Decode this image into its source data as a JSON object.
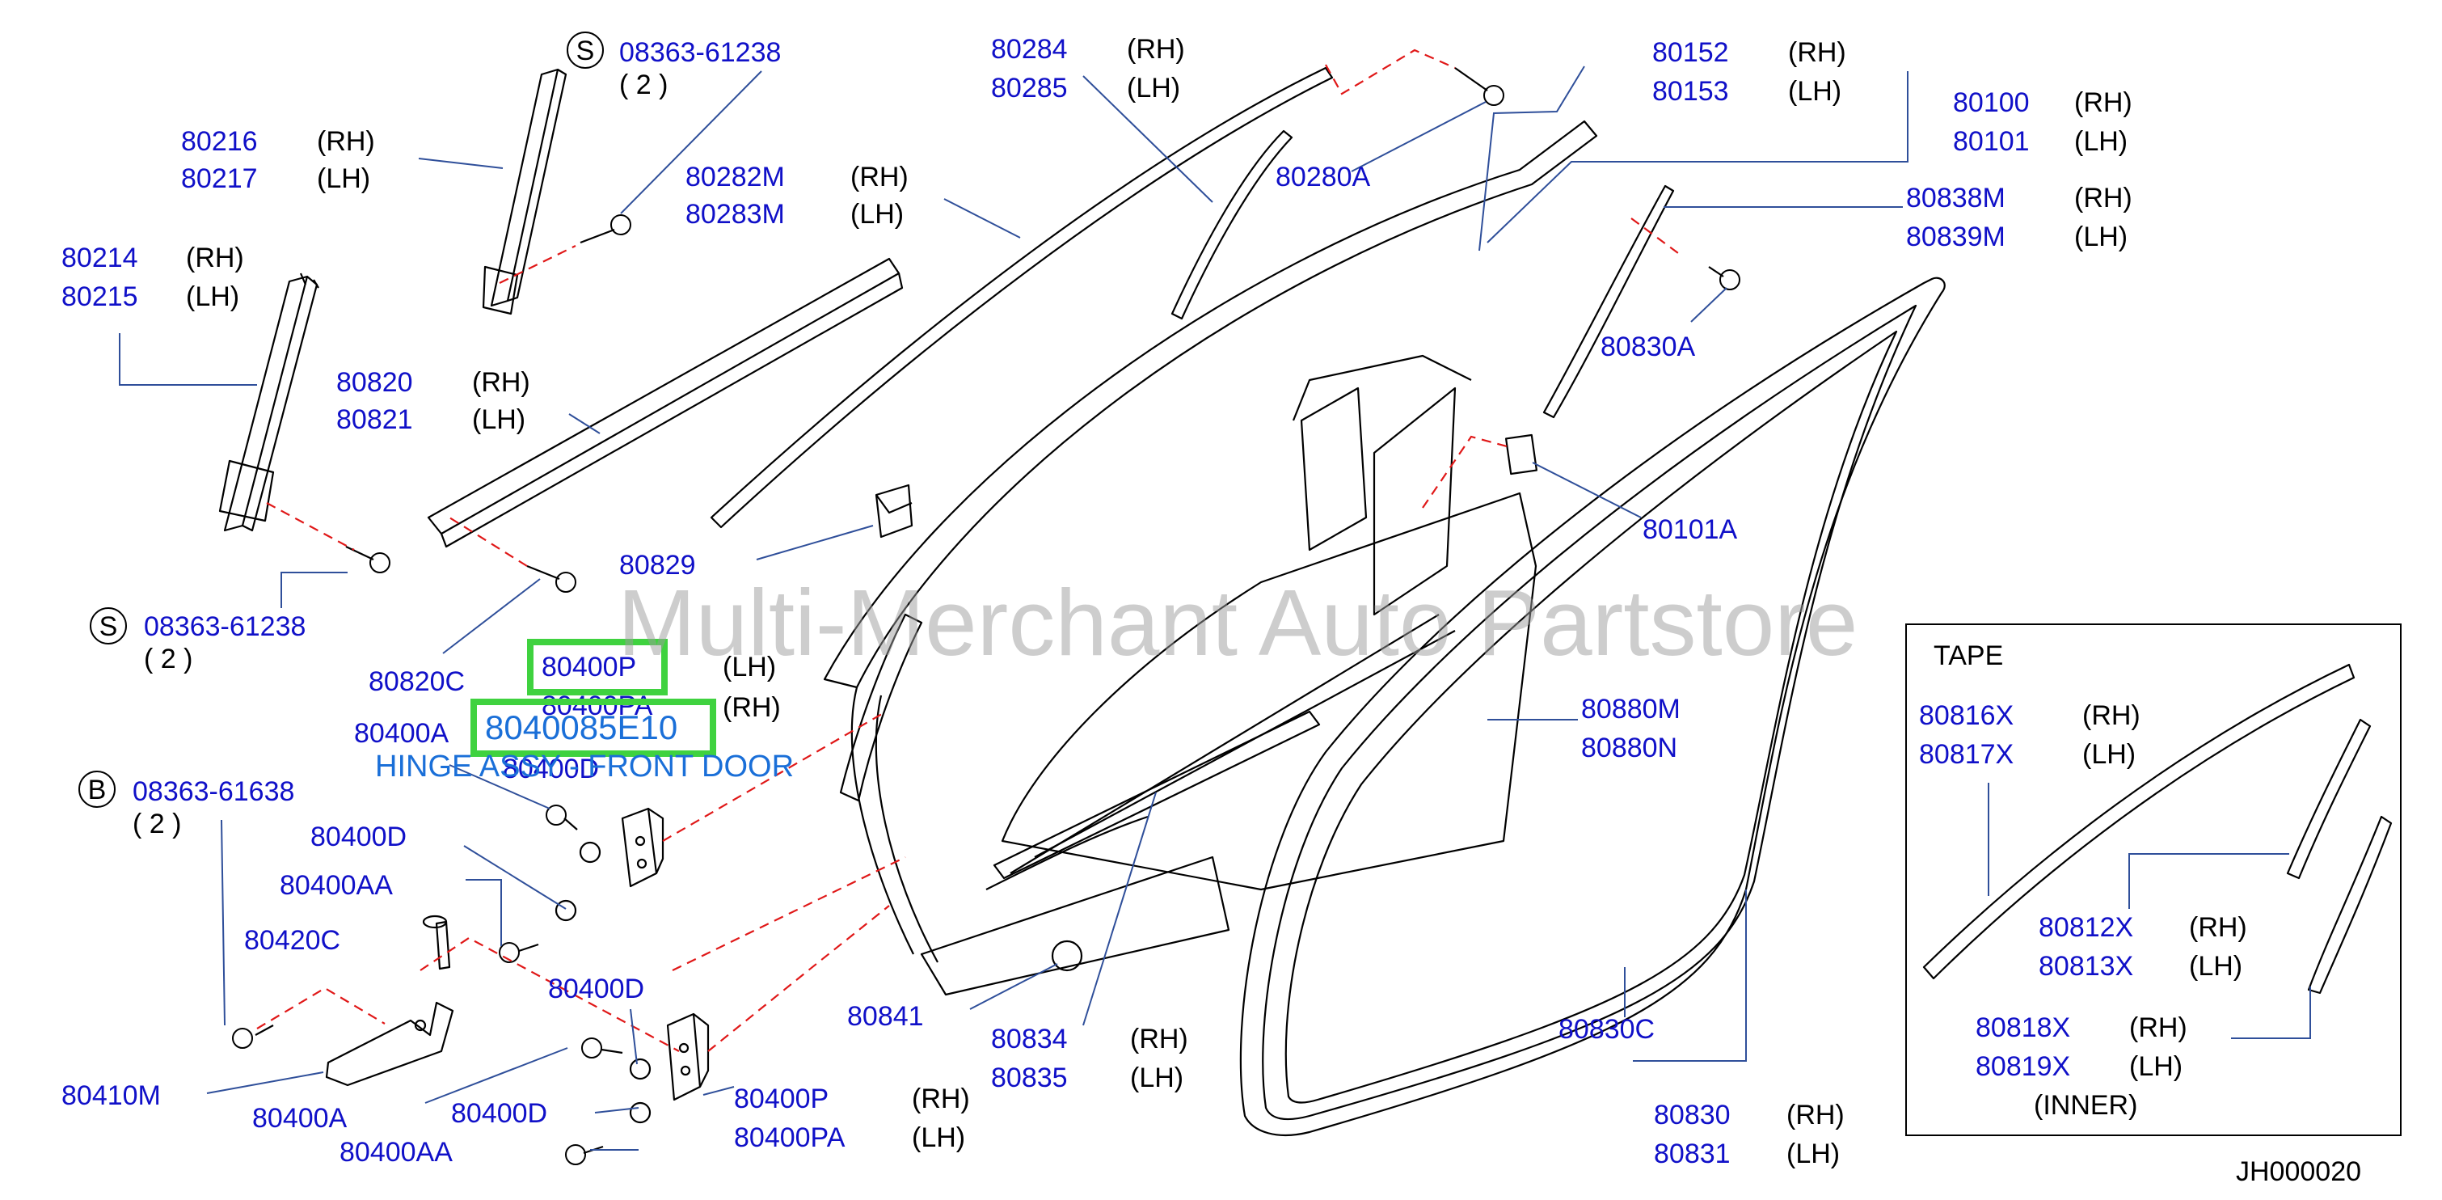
{
  "watermark": "Multi-Merchant Auto Partstore",
  "diagram_code": "JH000020",
  "highlight": {
    "part": "80400P",
    "code": "8040085E10",
    "caption": "HINGE ASSY - FRONT DOOR"
  },
  "labels": {
    "p80216": "80216",
    "p80217": "80217",
    "p80214": "80214",
    "p80215": "80215",
    "s1": "08363-61238",
    "s1q": "( 2 )",
    "p80284": "80284",
    "p80285": "80285",
    "p80282m": "80282M",
    "p80283m": "80283M",
    "p80820": "80820",
    "p80821": "80821",
    "p80280a": "80280A",
    "p80152": "80152",
    "p80153": "80153",
    "p80100": "80100",
    "p80101": "80101",
    "p80838m": "80838M",
    "p80839m": "80839M",
    "p80830a": "80830A",
    "p80829": "80829",
    "p80101a": "80101A",
    "s2": "08363-61238",
    "s2q": "( 2 )",
    "p80820c": "80820C",
    "p80400a_top": "80400A",
    "p80400pa_top": "80400PA",
    "p80400d_top": "80400D",
    "b1": "08363-61638",
    "b1q": "( 2 )",
    "p80400d_a": "80400D",
    "p80400aa_a": "80400AA",
    "p80420c": "80420C",
    "p80410m": "80410M",
    "p80400a_bot": "80400A",
    "p80400d_b": "80400D",
    "p80400d_c": "80400D",
    "p80400aa_b": "80400AA",
    "p80400p_bot": "80400P",
    "p80400pa_bot": "80400PA",
    "p80841": "80841",
    "p80834": "80834",
    "p80835": "80835",
    "p80880m": "80880M",
    "p80880n": "80880N",
    "p80830c": "80830C",
    "p80830": "80830",
    "p80831": "80831",
    "tape_title": "TAPE",
    "p80816x": "80816X",
    "p80817x": "80817X",
    "p80812x": "80812X",
    "p80813x": "80813X",
    "p80818x": "80818X",
    "p80819x": "80819X",
    "inner": "(INNER)"
  },
  "sides": {
    "rh": "(RH)",
    "lh": "(LH)"
  },
  "circle_marks": {
    "s": "S",
    "b": "B"
  },
  "colors": {
    "part_number": "#1010c8",
    "leader": "#2f4f9a",
    "dashed": "#e01818",
    "highlight": "#3fd23f",
    "caption": "#1a6fd8"
  }
}
